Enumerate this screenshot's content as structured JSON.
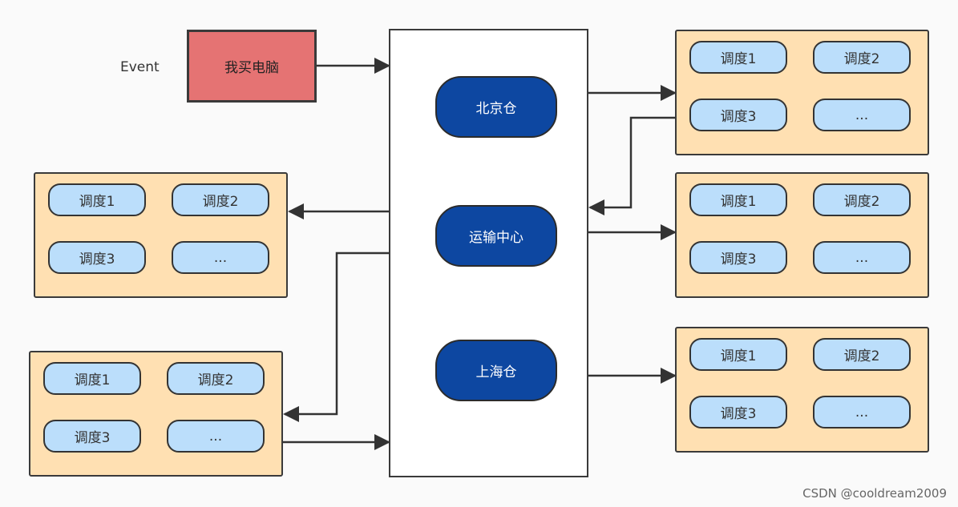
{
  "event": {
    "label": "Event",
    "title": "我买电脑"
  },
  "center": {
    "nodes": [
      "北京仓",
      "运输中心",
      "上海仓"
    ]
  },
  "group_items": [
    "调度1",
    "调度2",
    "调度3",
    "..."
  ],
  "watermark": "CSDN @cooldream2009",
  "colors": {
    "event_fill": "#e57373",
    "node_fill": "#0d47a1",
    "group_fill": "#ffe0b2",
    "pill_fill": "#bbdefb",
    "line": "#333333"
  }
}
